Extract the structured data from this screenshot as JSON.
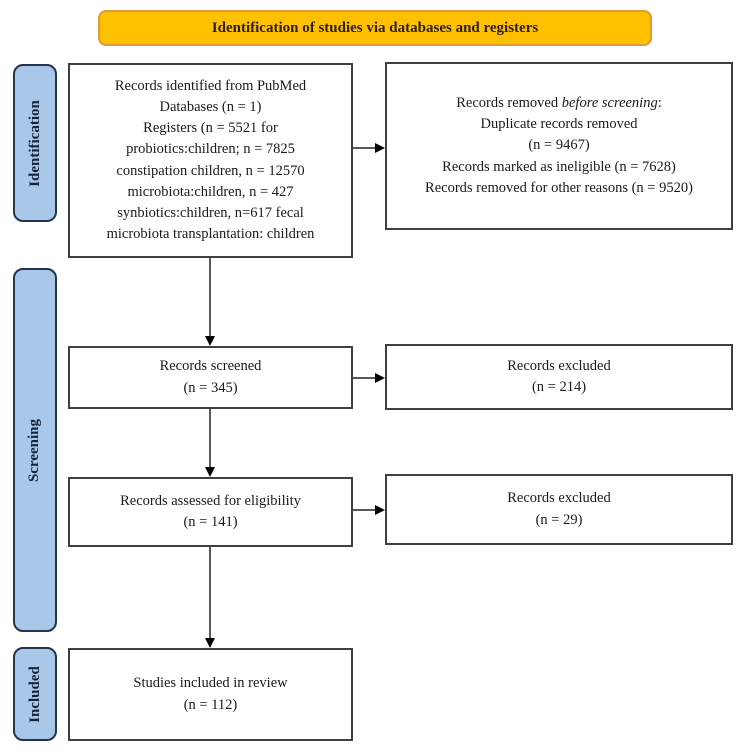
{
  "banner": {
    "label": "Identification of studies via databases and registers"
  },
  "sidebar": {
    "identification": "Identification",
    "screening": "Screening",
    "included": "Included"
  },
  "boxes": {
    "identified": {
      "lines": [
        "Records identified from  PubMed",
        "Databases (n = 1)",
        "Registers (n = 5521 for",
        "probiotics:children; n = 7825",
        "constipation children, n = 12570",
        "microbiota:children, n = 427",
        "synbiotics:children, n=617 fecal",
        "microbiota transplantation: children"
      ]
    },
    "removed": {
      "line1_prefix": "Records removed ",
      "line1_italic": "before screening",
      "line1_suffix": ":",
      "lines": [
        "Duplicate records removed",
        "(n = 9467)",
        "Records marked as ineligible (n = 7628)",
        "Records removed for other reasons (n = 9520)"
      ]
    },
    "screened": {
      "lines": [
        "Records screened",
        "(n = 345)"
      ]
    },
    "excluded_screening": {
      "lines": [
        "Records excluded",
        "(n = 214)"
      ]
    },
    "assessed": {
      "lines": [
        "Records assessed for eligibility",
        "(n = 141)"
      ]
    },
    "excluded_eligibility": {
      "lines": [
        "Records excluded",
        "(n = 29)"
      ]
    },
    "included_review": {
      "lines": [
        "Studies included in review",
        "(n = 112)"
      ]
    }
  },
  "colors": {
    "banner_fill": "#FFC000",
    "banner_border": "#E29A38",
    "sidebar_fill": "#A9C8E9",
    "sidebar_border": "#24344D",
    "box_border": "#3F3F3F",
    "arrow_line": "#595959",
    "arrow_head": "#000000"
  }
}
